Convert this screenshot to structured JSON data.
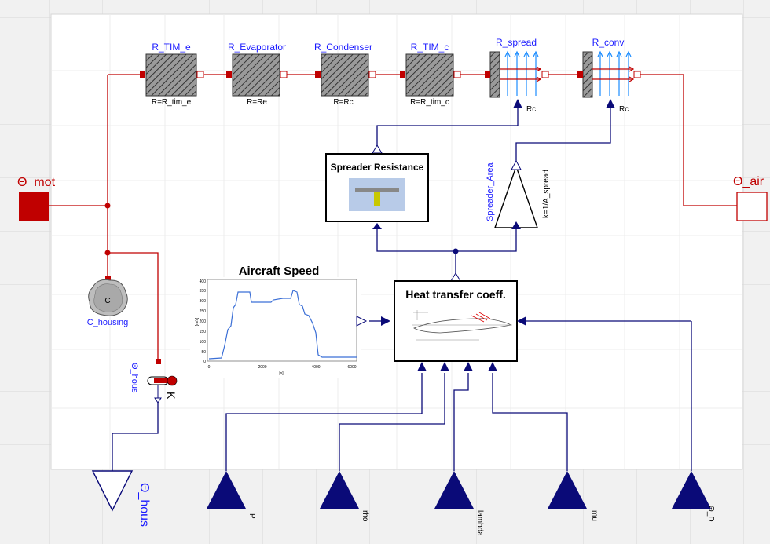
{
  "resistors": [
    {
      "name": "R_TIM_e",
      "param": "R=R_tim_e"
    },
    {
      "name": "R_Evaporator",
      "param": "R=Re"
    },
    {
      "name": "R_Condenser",
      "param": "R=Rc"
    },
    {
      "name": "R_TIM_c",
      "param": "R=R_tim_c"
    }
  ],
  "convections": [
    {
      "name": "R_spread",
      "input": "Rc"
    },
    {
      "name": "R_conv",
      "input": "Rc"
    }
  ],
  "ports": {
    "theta_mot": "Θ_mot",
    "theta_air": "Θ_air"
  },
  "blocks": {
    "spreader_resistance": "Spreader Resistance",
    "spreader_area": "Spreader_Area",
    "spreader_gain": "k=1/A_spread",
    "heat_transfer": "Heat transfer coeff.",
    "capacitor_name": "C_housing",
    "capacitor_symbol": "C",
    "sensor_name": "Θ_hous",
    "sensor_unit": "K",
    "output_name": "Θ_hous"
  },
  "aircraft_speed": {
    "title": "Aircraft Speed",
    "y_ticks": [
      "400",
      "350",
      "300",
      "250",
      "200",
      "150",
      "100",
      "50",
      "0"
    ],
    "x_ticks": [
      "0",
      "2000",
      "4000",
      "6000"
    ],
    "ylabel": "[m/s]",
    "xlabel": "[s]"
  },
  "inputs": [
    "P",
    "rho",
    "lambda",
    "mu",
    "Θ_D"
  ],
  "colors": {
    "thermal": "#c00000",
    "signal": "#0a0a78",
    "label": "#1a1aff"
  }
}
